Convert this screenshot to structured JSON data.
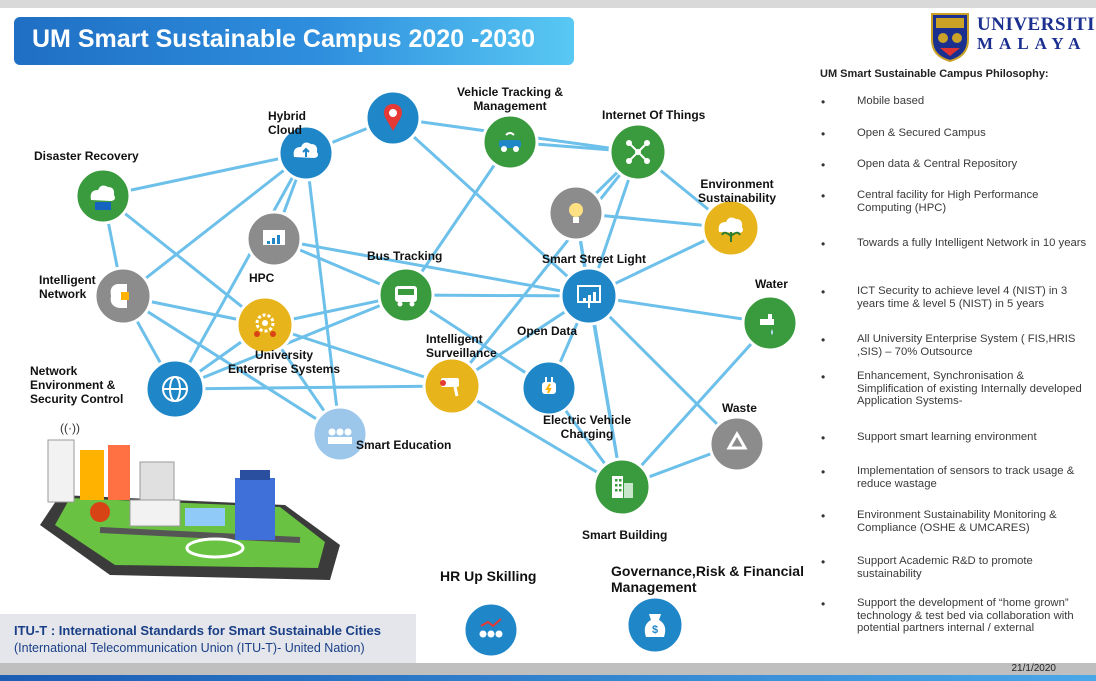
{
  "header": {
    "title": "UM Smart Sustainable Campus 2020 -2030"
  },
  "logo": {
    "line1": "UNIVERSITI",
    "line2": "MALAYA"
  },
  "philosophy": {
    "title": "UM Smart Sustainable Campus Philosophy:",
    "bullet": "•",
    "items": [
      "Mobile based",
      "Open & Secured Campus",
      "Open data & Central Repository",
      "Central facility for High Performance Computing (HPC)",
      "Towards a fully Intelligent Network in 10 years",
      "ICT Security to achieve level 4 (NIST) in 3 years time & level 5 (NIST) in 5 years",
      "All University Enterprise System ( FIS,HRIS ,SIS) – 70% Outsource",
      "Enhancement, Synchronisation & Simplification of existing Internally developed Application Systems-",
      "Support smart learning environment",
      "Implementation of sensors to track usage & reduce wastage",
      "Environment Sustainability Monitoring & Compliance (OSHE & UMCARES)",
      "Support Academic R&D to promote sustainability",
      "Support the development of “home grown” technology & test bed via collaboration with potential partners internal / external"
    ]
  },
  "nodes": {
    "disaster": {
      "label": "Disaster Recovery",
      "icon": "cloud-monitor-icon",
      "color": "#3a9a3e"
    },
    "hybrid": {
      "label": "Hybrid Cloud",
      "icon": "cloud-upload-icon",
      "color": "#1f86c8"
    },
    "location": {
      "label": "",
      "icon": "map-pin-icon",
      "color": "#1f86c8"
    },
    "vehicle": {
      "label": "Vehicle Tracking & Management",
      "icon": "car-wifi-icon",
      "color": "#3a9a3e"
    },
    "iot": {
      "label": "Internet Of Things",
      "icon": "network-hub-icon",
      "color": "#3a9a3e"
    },
    "env": {
      "label": "Environment Sustainability",
      "icon": "plant-cloud-icon",
      "color": "#e8b41c"
    },
    "hpc": {
      "label": "HPC",
      "icon": "analytics-board-icon",
      "color": "#8c8c8c"
    },
    "bus": {
      "label": "Bus Tracking",
      "icon": "bus-icon",
      "color": "#3a9a3e"
    },
    "bulb": {
      "label": "",
      "icon": "light-bulb-icon",
      "color": "#8c8c8c"
    },
    "street": {
      "label": "Smart Street Light",
      "icon": "presentation-chart-icon",
      "color": "#1f86c8"
    },
    "water": {
      "label": "Water",
      "icon": "water-tap-icon",
      "color": "#3a9a3e"
    },
    "intelnet": {
      "label": "Intelligent Network",
      "icon": "brain-chip-icon",
      "color": "#8c8c8c"
    },
    "ues": {
      "label": "University Enterprise Systems",
      "icon": "gear-people-icon",
      "color": "#e8b41c"
    },
    "opendata": {
      "label": "Open Data",
      "icon": "",
      "color": ""
    },
    "surv": {
      "label": "Intelligent Surveillance",
      "icon": "cctv-camera-icon",
      "color": "#e8b41c"
    },
    "netsec": {
      "label": "Network Environment & Security Control",
      "icon": "globe-mesh-icon",
      "color": "#1f86c8"
    },
    "ev": {
      "label": "Electric Vehicle Charging",
      "icon": "ev-plug-icon",
      "color": "#1f86c8"
    },
    "waste": {
      "label": "Waste",
      "icon": "recycle-icon",
      "color": "#8c8c8c"
    },
    "education": {
      "label": "Smart Education",
      "icon": "education-group-icon",
      "color": "#9cc7ea"
    },
    "building": {
      "label": "Smart Building",
      "icon": "smart-building-icon",
      "color": "#3a9a3e"
    },
    "hr": {
      "label": "HR Up Skilling",
      "icon": "team-growth-icon",
      "color": "#1f86c8"
    },
    "gov": {
      "label": "Governance,Risk & Financial Management",
      "icon": "money-bag-icon",
      "color": "#1f86c8"
    }
  },
  "links": [
    [
      "disaster",
      "hybrid"
    ],
    [
      "disaster",
      "intelnet"
    ],
    [
      "disaster",
      "ues"
    ],
    [
      "hybrid",
      "hpc"
    ],
    [
      "hybrid",
      "intelnet"
    ],
    [
      "hybrid",
      "netsec"
    ],
    [
      "hybrid",
      "location"
    ],
    [
      "location",
      "iot"
    ],
    [
      "location",
      "street"
    ],
    [
      "vehicle",
      "bus"
    ],
    [
      "vehicle",
      "iot"
    ],
    [
      "iot",
      "bulb"
    ],
    [
      "iot",
      "street"
    ],
    [
      "iot",
      "surv"
    ],
    [
      "iot",
      "env"
    ],
    [
      "hpc",
      "bus"
    ],
    [
      "hpc",
      "street"
    ],
    [
      "bus",
      "ues"
    ],
    [
      "bus",
      "street"
    ],
    [
      "bus",
      "ev"
    ],
    [
      "bulb",
      "street"
    ],
    [
      "bulb",
      "building"
    ],
    [
      "env",
      "street"
    ],
    [
      "street",
      "water"
    ],
    [
      "street",
      "waste"
    ],
    [
      "street",
      "building"
    ],
    [
      "street",
      "ev"
    ],
    [
      "street",
      "surv"
    ],
    [
      "water",
      "building"
    ],
    [
      "waste",
      "building"
    ],
    [
      "ev",
      "building"
    ],
    [
      "surv",
      "building"
    ],
    [
      "intelnet",
      "netsec"
    ],
    [
      "intelnet",
      "ues"
    ],
    [
      "intelnet",
      "education"
    ],
    [
      "netsec",
      "ues"
    ],
    [
      "netsec",
      "surv"
    ],
    [
      "netsec",
      "bus"
    ],
    [
      "ues",
      "surv"
    ],
    [
      "ues",
      "education"
    ],
    [
      "education",
      "hybrid"
    ],
    [
      "env",
      "bulb"
    ]
  ],
  "footer": {
    "itu_line1": "ITU-T : International Standards for Smart Sustainable Cities",
    "itu_line2": "(International Telecommunication Union (ITU-T)- United Nation)",
    "date": "21/1/2020"
  }
}
